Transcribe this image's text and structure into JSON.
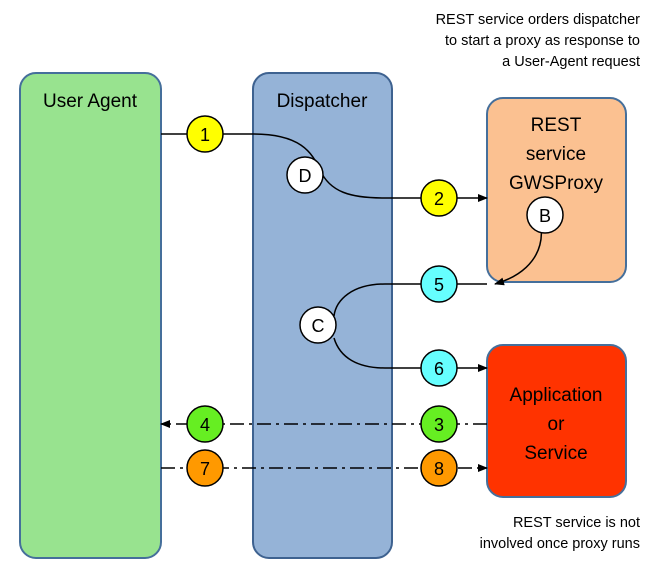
{
  "boxes": {
    "user_agent": {
      "label": "User Agent",
      "fill": "#98e38f",
      "stroke": "#456f9b"
    },
    "dispatcher": {
      "label": "Dispatcher",
      "fill": "#95b3d7",
      "stroke": "#3e6290"
    },
    "rest_service": {
      "lines": [
        "REST",
        "service",
        "GWSProxy"
      ],
      "fill": "#fbc191",
      "stroke": "#456f9b"
    },
    "application": {
      "lines": [
        "Application",
        "or",
        "Service"
      ],
      "fill": "#ff3300",
      "stroke": "#456f9b"
    }
  },
  "steps": [
    {
      "label": "1",
      "color": "#ffff00"
    },
    {
      "label": "2",
      "color": "#ffff00"
    },
    {
      "label": "3",
      "color": "#66ee22"
    },
    {
      "label": "4",
      "color": "#66ee22"
    },
    {
      "label": "5",
      "color": "#66ffff"
    },
    {
      "label": "6",
      "color": "#66ffff"
    },
    {
      "label": "7",
      "color": "#ff9900"
    },
    {
      "label": "8",
      "color": "#ff9900"
    }
  ],
  "decision_points": [
    {
      "label": "D"
    },
    {
      "label": "B"
    },
    {
      "label": "C"
    }
  ],
  "notes": {
    "top": [
      "REST service orders dispatcher",
      "to start a proxy as response to",
      "a User-Agent request"
    ],
    "bottom": [
      "REST service is not",
      "involved once proxy runs"
    ]
  }
}
